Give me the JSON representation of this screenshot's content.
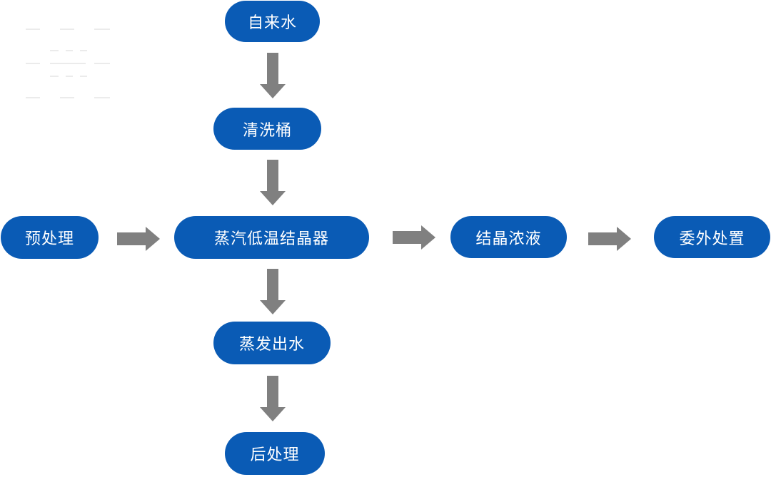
{
  "colors": {
    "node": "#0a5bb5",
    "node_text": "#ffffff",
    "arrow": "#808080",
    "background": "#ffffff"
  },
  "nodes": {
    "tap_water": "自来水",
    "cleaning_bucket": "清洗桶",
    "pretreatment": "预处理",
    "evaporator": "蒸汽低温结晶器",
    "concentrate": "结晶浓液",
    "outsourcing": "委外处置",
    "evaporated_water": "蒸发出水",
    "post_treatment": "后处理"
  }
}
